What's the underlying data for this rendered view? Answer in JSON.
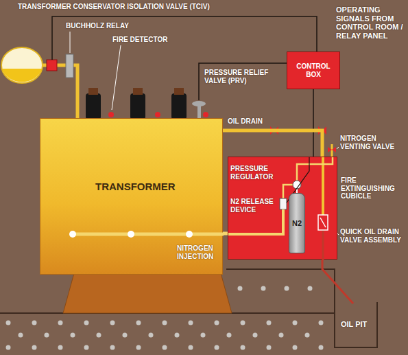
{
  "diagram": {
    "nodes": [
      {
        "text": [
          "TRANSFORMER"
        ]
      },
      {
        "text": [
          "CONTROL BOX"
        ]
      },
      {
        "text": [
          "FIRE EXTINGUISHING CUBICLE"
        ]
      },
      {
        "text": [
          "N2"
        ],
        "in": 2
      }
    ],
    "edges": [
      {
        "from": 1,
        "to": 2,
        "arrow": "none"
      },
      {
        "from": 0,
        "to": 2,
        "arrow": "none"
      },
      {
        "from": 2,
        "to": 0,
        "arrow": "none"
      }
    ],
    "labels": [
      "TRANSFORMER CONSERVATOR ISOLATION VALVE (TCIV)",
      "BUCHHOLZ RELAY",
      "FIRE DETECTOR",
      "PRESSURE RELIEF VALVE (PRV)",
      "OIL DRAIN",
      "OPERATING SIGNALS FROM CONTROL ROOM / RELAY PANEL",
      "NITROGEN VENTING VALVE",
      "PRESSURE REGULATOR",
      "N2 RELEASE DEVICE",
      "QUICK OIL DRAIN VALVE ASSEMBLY",
      "NITROGEN INJECTION",
      "OIL PIT"
    ]
  }
}
